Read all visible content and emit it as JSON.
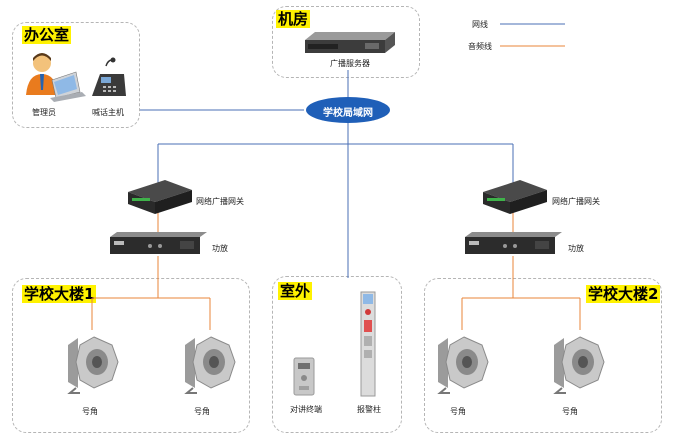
{
  "zones": {
    "office": "办公室",
    "server_room": "机房",
    "building1": "学校大楼1",
    "outdoor": "室外",
    "building2": "学校大楼2"
  },
  "legend": {
    "network_line": "网线",
    "audio_line": "音频线",
    "network_color": "#4a6fb5",
    "audio_color": "#e8843a"
  },
  "devices": {
    "admin": "管理员",
    "paging_console": "喊话主机",
    "broadcast_server": "广播服务器",
    "lan": "学校局域网",
    "gateway_left": "网络广播网关",
    "amp_left": "功放",
    "gateway_right": "网络广播网关",
    "amp_right": "功放",
    "horn_1a": "号角",
    "horn_1b": "号角",
    "intercom": "对讲终端",
    "alarm_pillar": "报警柱",
    "horn_2a": "号角",
    "horn_2b": "号角"
  }
}
